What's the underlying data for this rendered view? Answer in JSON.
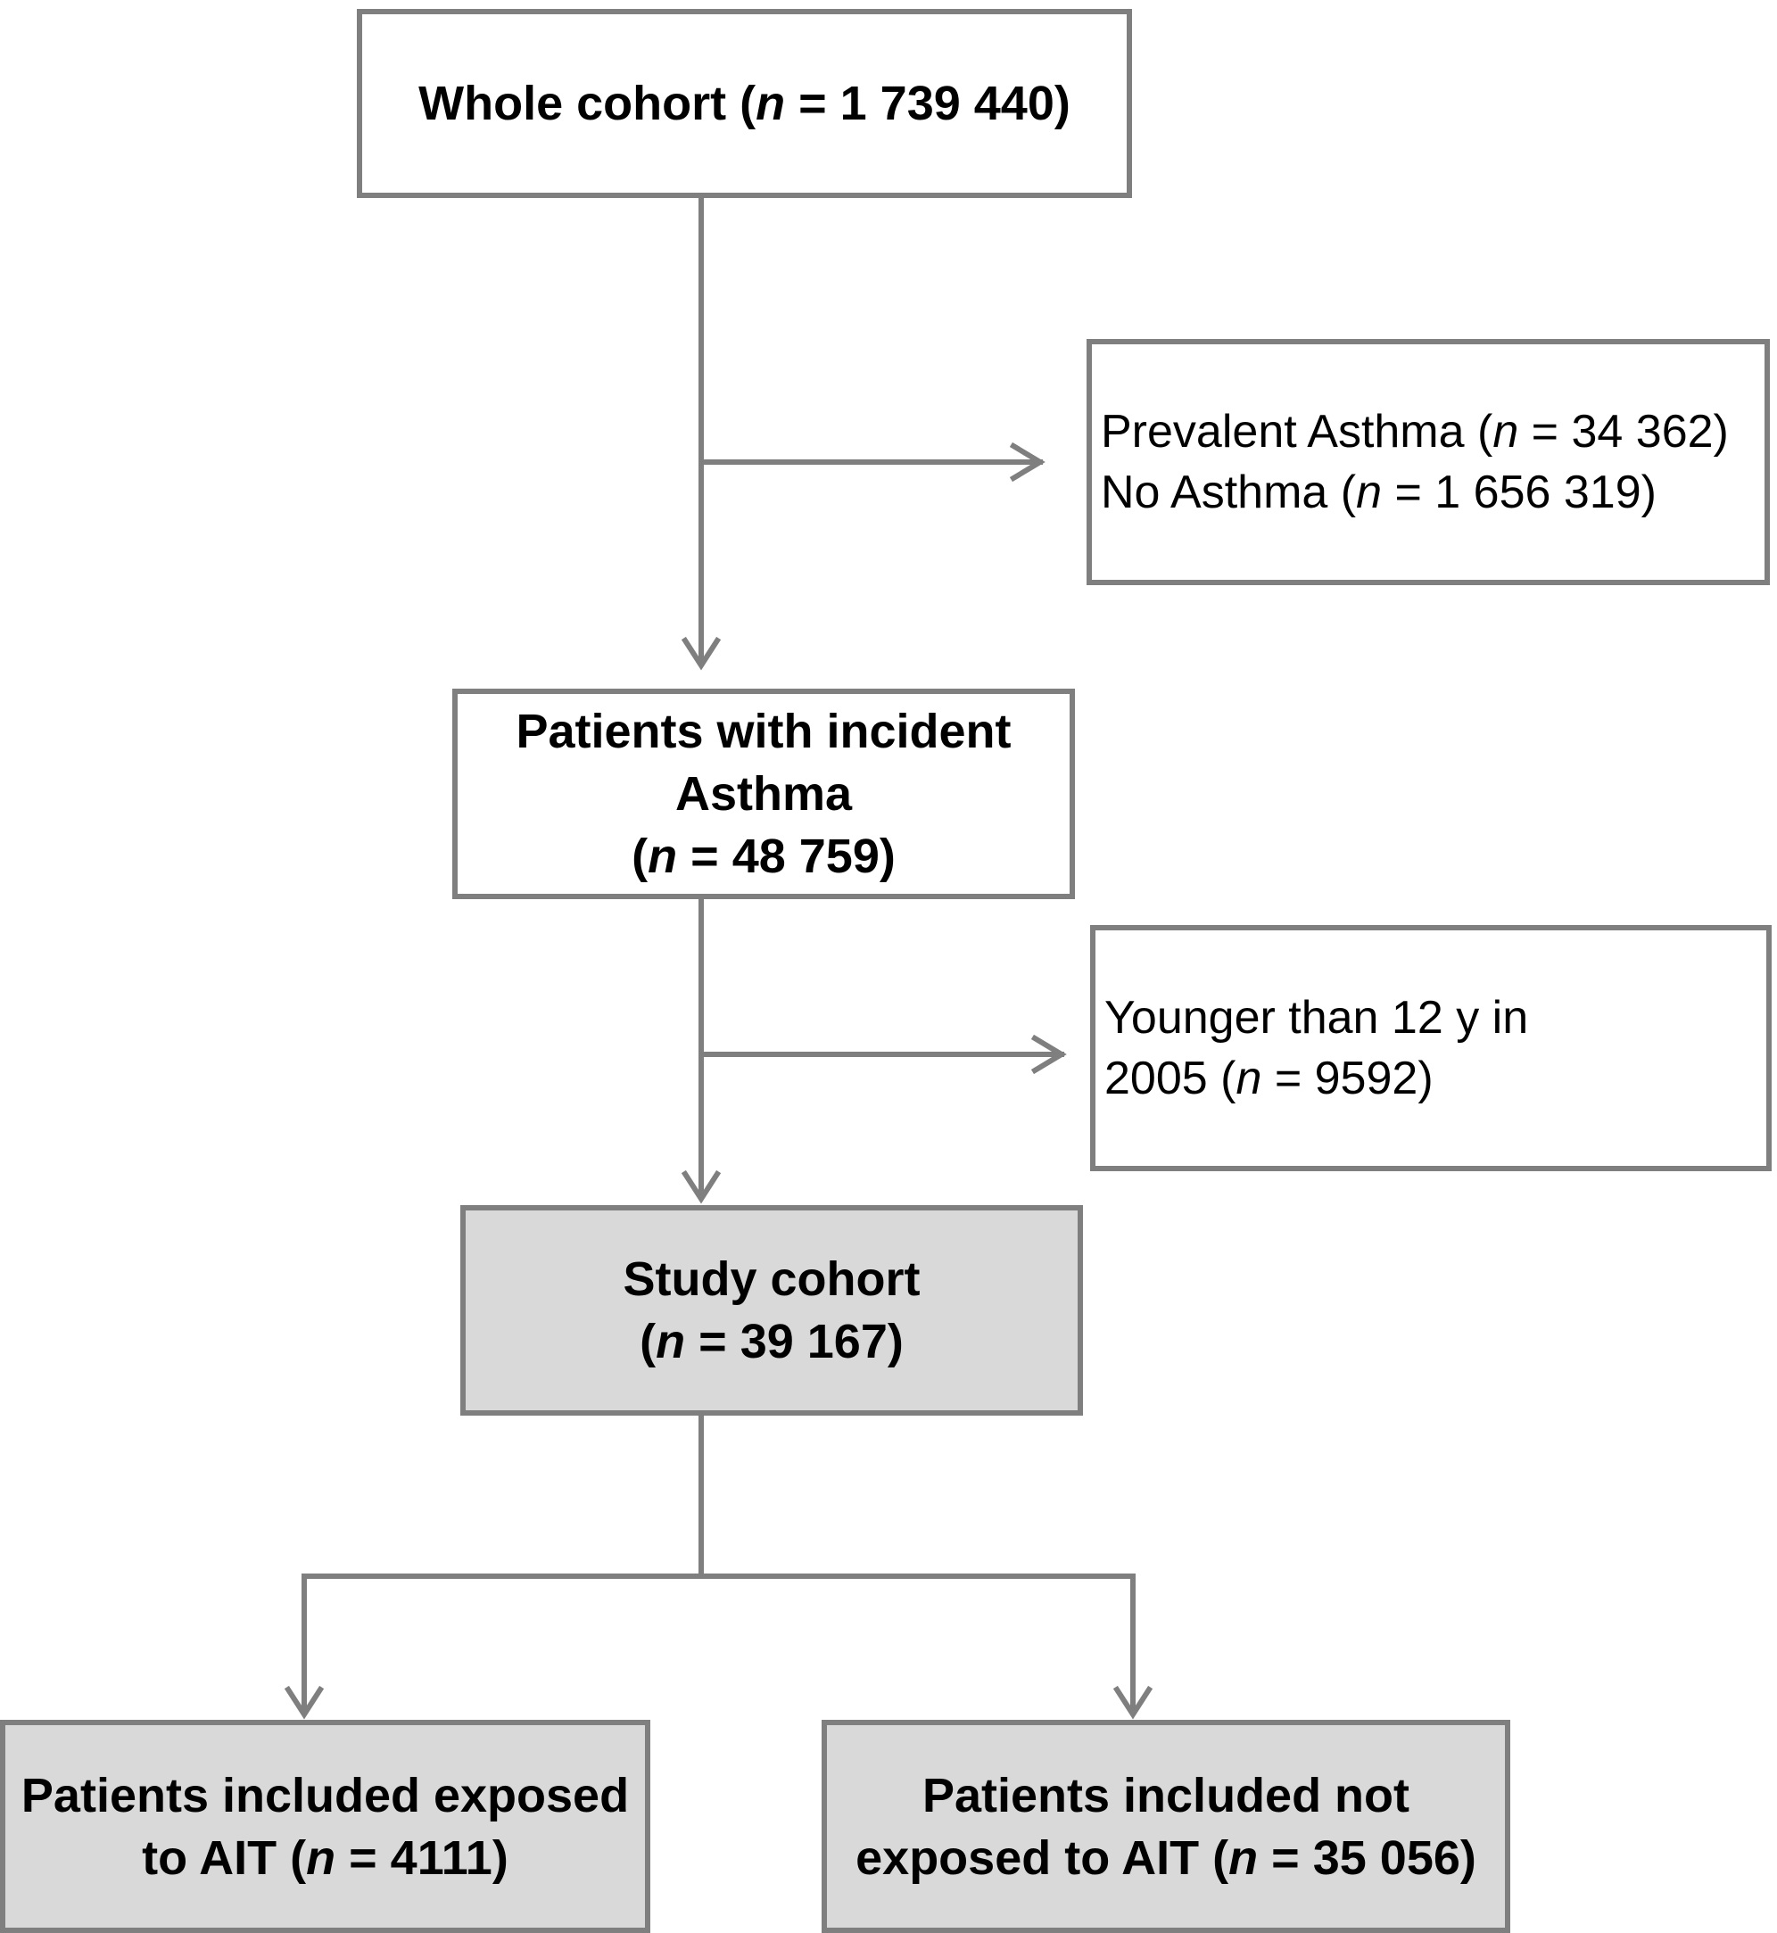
{
  "n_symbol": "n",
  "colors": {
    "line": "#7f7f7f",
    "shaded_box": "#d9d9d9",
    "box": "#ffffff"
  },
  "boxes": {
    "whole_cohort": {
      "label": "Whole cohort",
      "count": "1 739 440"
    },
    "exclusion_1": {
      "line1_label": "Prevalent Asthma",
      "line1_count": "34 362",
      "line2_label": "No Asthma",
      "line2_count": "1 656 319"
    },
    "incident": {
      "line1": "Patients with incident",
      "line2": "Asthma",
      "count": "48 759"
    },
    "exclusion_2": {
      "line1": "Younger than 12 y in",
      "line2_prefix": "2005",
      "count": "9592"
    },
    "study_cohort": {
      "label": "Study cohort",
      "count": "39 167"
    },
    "exposed": {
      "line1": "Patients included exposed",
      "line2_prefix": "to AIT",
      "count": "4111"
    },
    "not_exposed": {
      "line1": "Patients included not",
      "line2_prefix": "exposed to AIT",
      "count": "35 056"
    }
  }
}
